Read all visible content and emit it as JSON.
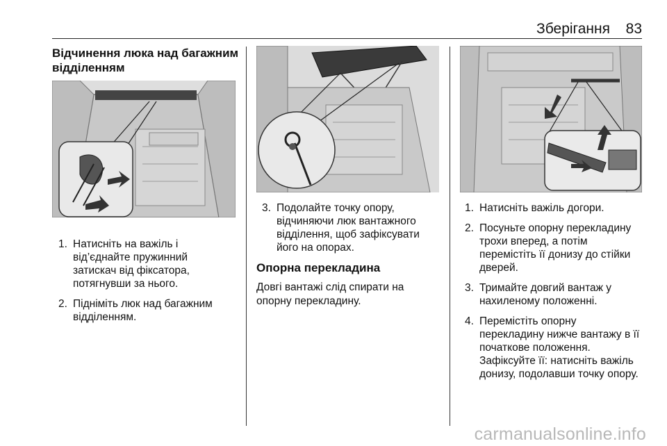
{
  "header": {
    "title": "Зберігання",
    "page_number": "83"
  },
  "column1": {
    "heading": "Відчинення люка над багажним відділенням",
    "heading_line1": "Відчинення люка над багажним",
    "heading_line2": "відділенням",
    "steps": [
      {
        "num": "1.",
        "lines": [
          "Натисніть на важіль і",
          "від’єднайте пружинний",
          "затискач від фіксатора,",
          "потягнувши за нього."
        ]
      },
      {
        "num": "2.",
        "lines": [
          "Підніміть люк над багажним",
          "відділенням."
        ]
      }
    ]
  },
  "column2": {
    "steps": [
      {
        "num": "3.",
        "lines": [
          "Подолайте точку опору,",
          "відчиняючи люк вантажного",
          "відділення, щоб зафіксувати",
          "його на опорах."
        ]
      }
    ],
    "heading": "Опорна перекладина",
    "paragraph_lines": [
      "Довгі вантажі слід спирати на",
      "опорну перекладину."
    ]
  },
  "column3": {
    "steps": [
      {
        "num": "1.",
        "lines": [
          "Натисніть важіль догори."
        ]
      },
      {
        "num": "2.",
        "lines": [
          "Посуньте опорну перекладину",
          "трохи вперед, а потім",
          "перемістіть її донизу до стійки",
          "дверей."
        ]
      },
      {
        "num": "3.",
        "lines": [
          "Тримайте довгий вантаж у",
          "нахиленому положенні."
        ]
      },
      {
        "num": "4.",
        "lines": [
          "Перемістіть опорну",
          "перекладину нижче вантажу в її",
          "початкове положення.",
          "Зафіксуйте її: натисніть важіль",
          "донизу, подолавши точку опору."
        ]
      }
    ]
  },
  "watermark": "carmanualsonline.info",
  "colors": {
    "text": "#111111",
    "figure_bg": "#e4e4e4",
    "watermark": "#b8b8b8"
  }
}
